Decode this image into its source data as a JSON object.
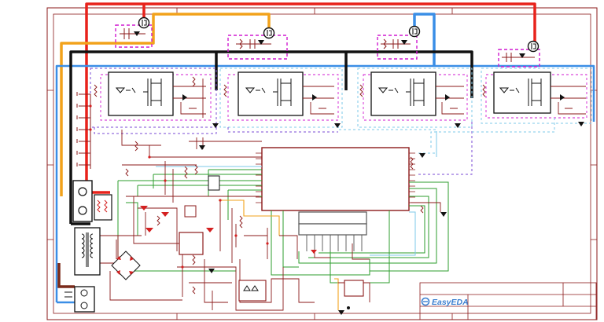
{
  "app": {
    "logo_text": "EasyEDA"
  },
  "colors": {
    "background": "#ffffff",
    "frame": "#8b1a1a",
    "wire_green": "#2e9e2e",
    "wire_darkred": "#8b1a1a",
    "power_red": "#e8221b",
    "power_orange": "#f2a21b",
    "power_blue": "#3a8ee6",
    "power_black": "#111111",
    "dashed_magenta": "#d01ad0",
    "dashed_violet": "#7a4ad6",
    "dashed_lightblue": "#7ec8e8",
    "logo_blue": "#3a7fd0"
  },
  "icons": {
    "logo": "easyeda-logo-icon",
    "mosfet": "mosfet-icon",
    "optocoupler": "optocoupler-icon",
    "transformer": "transformer-icon",
    "bridge_rectifier": "bridge-rectifier-icon",
    "connector": "terminal-connector-icon",
    "ground": "ground-icon"
  },
  "schematic": {
    "channel_count": 4,
    "power_rails": [
      "red",
      "orange",
      "blue",
      "black"
    ]
  }
}
